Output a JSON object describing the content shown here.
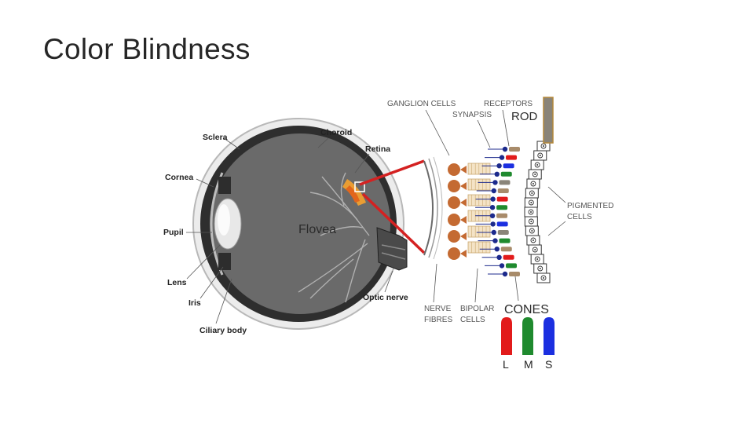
{
  "slide": {
    "title": "Color Blindness"
  },
  "eye": {
    "labels": {
      "sclera": "Sclera",
      "choroid": "Choroid",
      "retina": "Retina",
      "cornea": "Cornea",
      "pupil": "Pupil",
      "lens": "Lens",
      "iris": "Iris",
      "ciliary_body": "Ciliary body",
      "optic_nerve": "Optic nerve",
      "fovea": "Flovea"
    }
  },
  "retina_layers": {
    "labels": {
      "ganglion_cells": "GANGLION  CELLS",
      "receptors": "RECEPTORS",
      "synapsis": "SYNAPSIS",
      "rod": "ROD",
      "pigmented_line1": "PIGMENTED",
      "pigmented_line2": "CELLS",
      "nerve_line1": "NERVE",
      "nerve_line2": "FIBRES",
      "bipolar_line1": "BIPOLAR",
      "bipolar_line2": "CELLS",
      "cones": "CONES"
    },
    "cone_types": [
      {
        "letter": "L",
        "color": "#e21b1b"
      },
      {
        "letter": "M",
        "color": "#1f8a2e"
      },
      {
        "letter": "S",
        "color": "#1b2fe0"
      }
    ]
  },
  "colors": {
    "eye_body": "#5e5e5e",
    "highlight_red": "#d42121",
    "ganglion": "#c46a32",
    "rod_gray": "#8a8478",
    "rod_tan": "#a88b6a",
    "pigment_gold": "#b5893a"
  }
}
